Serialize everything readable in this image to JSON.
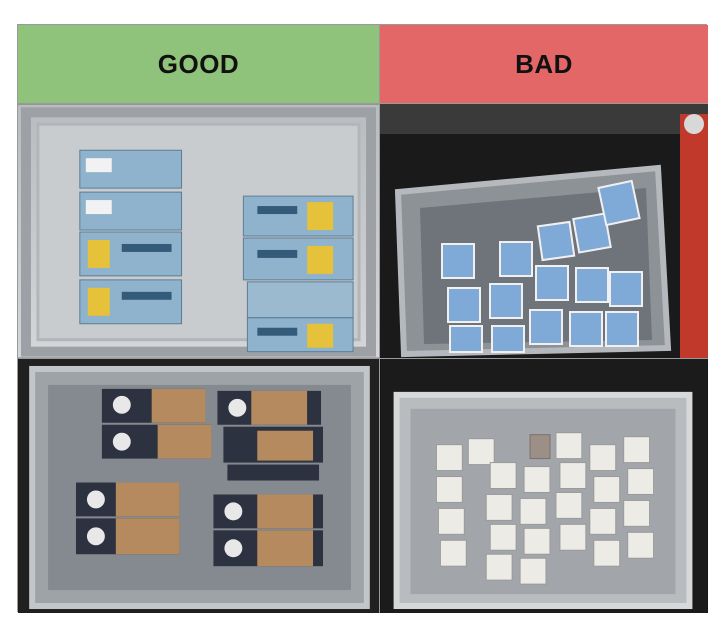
{
  "headers": {
    "good": "GOOD",
    "bad": "BAD"
  },
  "photos": [
    {
      "column": "good",
      "row": 1,
      "subject": "oat-milk-cartons-neatly-packed-crate"
    },
    {
      "column": "bad",
      "row": 1,
      "subject": "small-cartons-scattered-crate"
    },
    {
      "column": "good",
      "row": 2,
      "subject": "dark-label-cartons-neatly-packed-crate"
    },
    {
      "column": "bad",
      "row": 2,
      "subject": "white-cartons-scattered-crate"
    }
  ],
  "colors": {
    "good_header": "#8fc27a",
    "bad_header": "#e46767",
    "oat_carton": "#8fb3cc",
    "carton_yellow": "#e6c23a",
    "small_carton_blue": "#7fa9d6",
    "dark_carton": "#2c3240",
    "kraft_carton": "#b58a5e",
    "white_carton": "#ecebe6"
  }
}
